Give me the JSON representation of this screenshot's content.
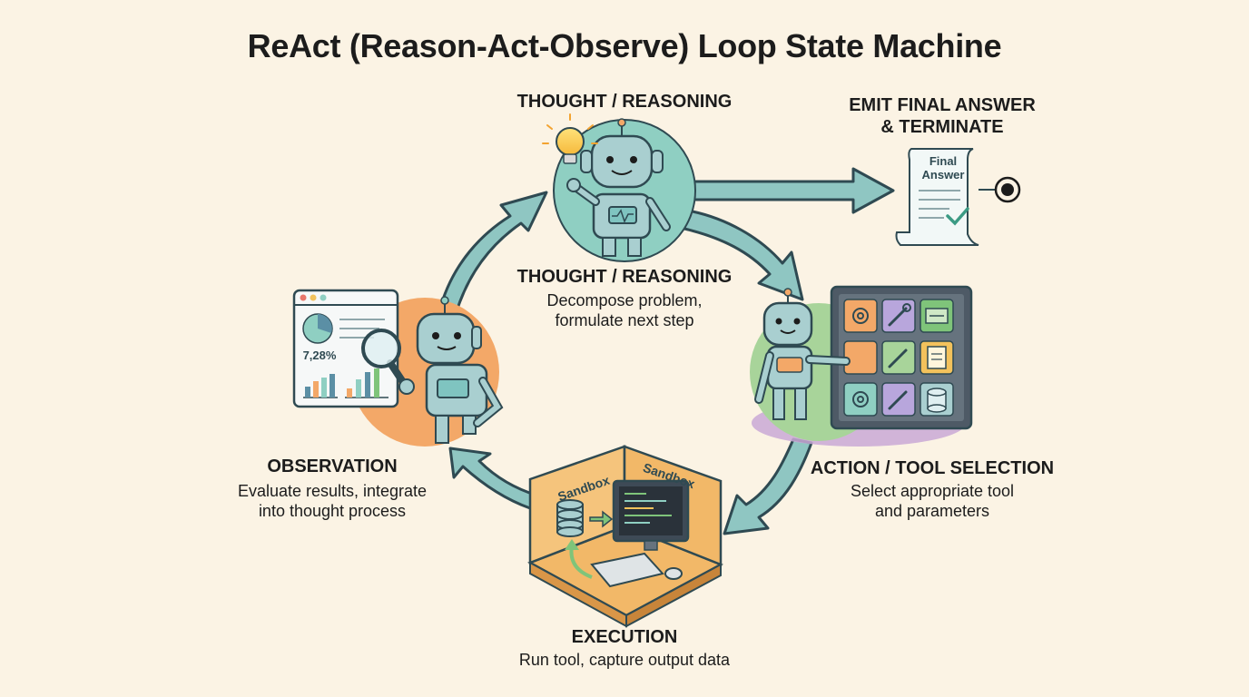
{
  "title": "ReAct (Reason-Act-Observe) Loop State Machine",
  "nodes": {
    "thought": {
      "top_label": "THOUGHT / REASONING",
      "heading": "THOUGHT / REASONING",
      "desc_lines": [
        "Decompose problem,",
        "formulate next step"
      ]
    },
    "action": {
      "heading": "ACTION / TOOL SELECTION",
      "desc_lines": [
        "Select appropriate tool",
        "and parameters"
      ]
    },
    "execution": {
      "heading": "EXECUTION",
      "desc_lines": [
        "Run tool, capture output data"
      ],
      "sandbox_left": "Sandbox",
      "sandbox_right": "Sandbox"
    },
    "observation": {
      "heading": "OBSERVATION",
      "desc_lines": [
        "Evaluate results, integrate",
        "into thought process"
      ],
      "stat_value": "7,28%"
    },
    "final": {
      "heading_lines": [
        "EMIT FINAL ANSWER",
        "& TERMINATE"
      ],
      "doc_lines": [
        "Final",
        "Answer"
      ]
    }
  },
  "colors": {
    "background": "#fbf3e4",
    "arrow": "#8fc6c2",
    "arrow_stroke": "#2f4a52",
    "thought_circle": "#8fcfc2",
    "observation_circle": "#f3a868",
    "action_circle": "#a8d49a",
    "action_shadow": "#c9a8d6",
    "sandbox": "#f2b868",
    "robot": "#a9cfd0",
    "text": "#1c1c1c"
  },
  "icons": [
    "lightbulb-icon",
    "gear-icon",
    "wrench-icon",
    "circuit-icon",
    "document-icon",
    "database-icon",
    "magnifier-icon",
    "pie-chart-icon",
    "checkmark-icon",
    "terminal-icon",
    "end-state-icon"
  ]
}
